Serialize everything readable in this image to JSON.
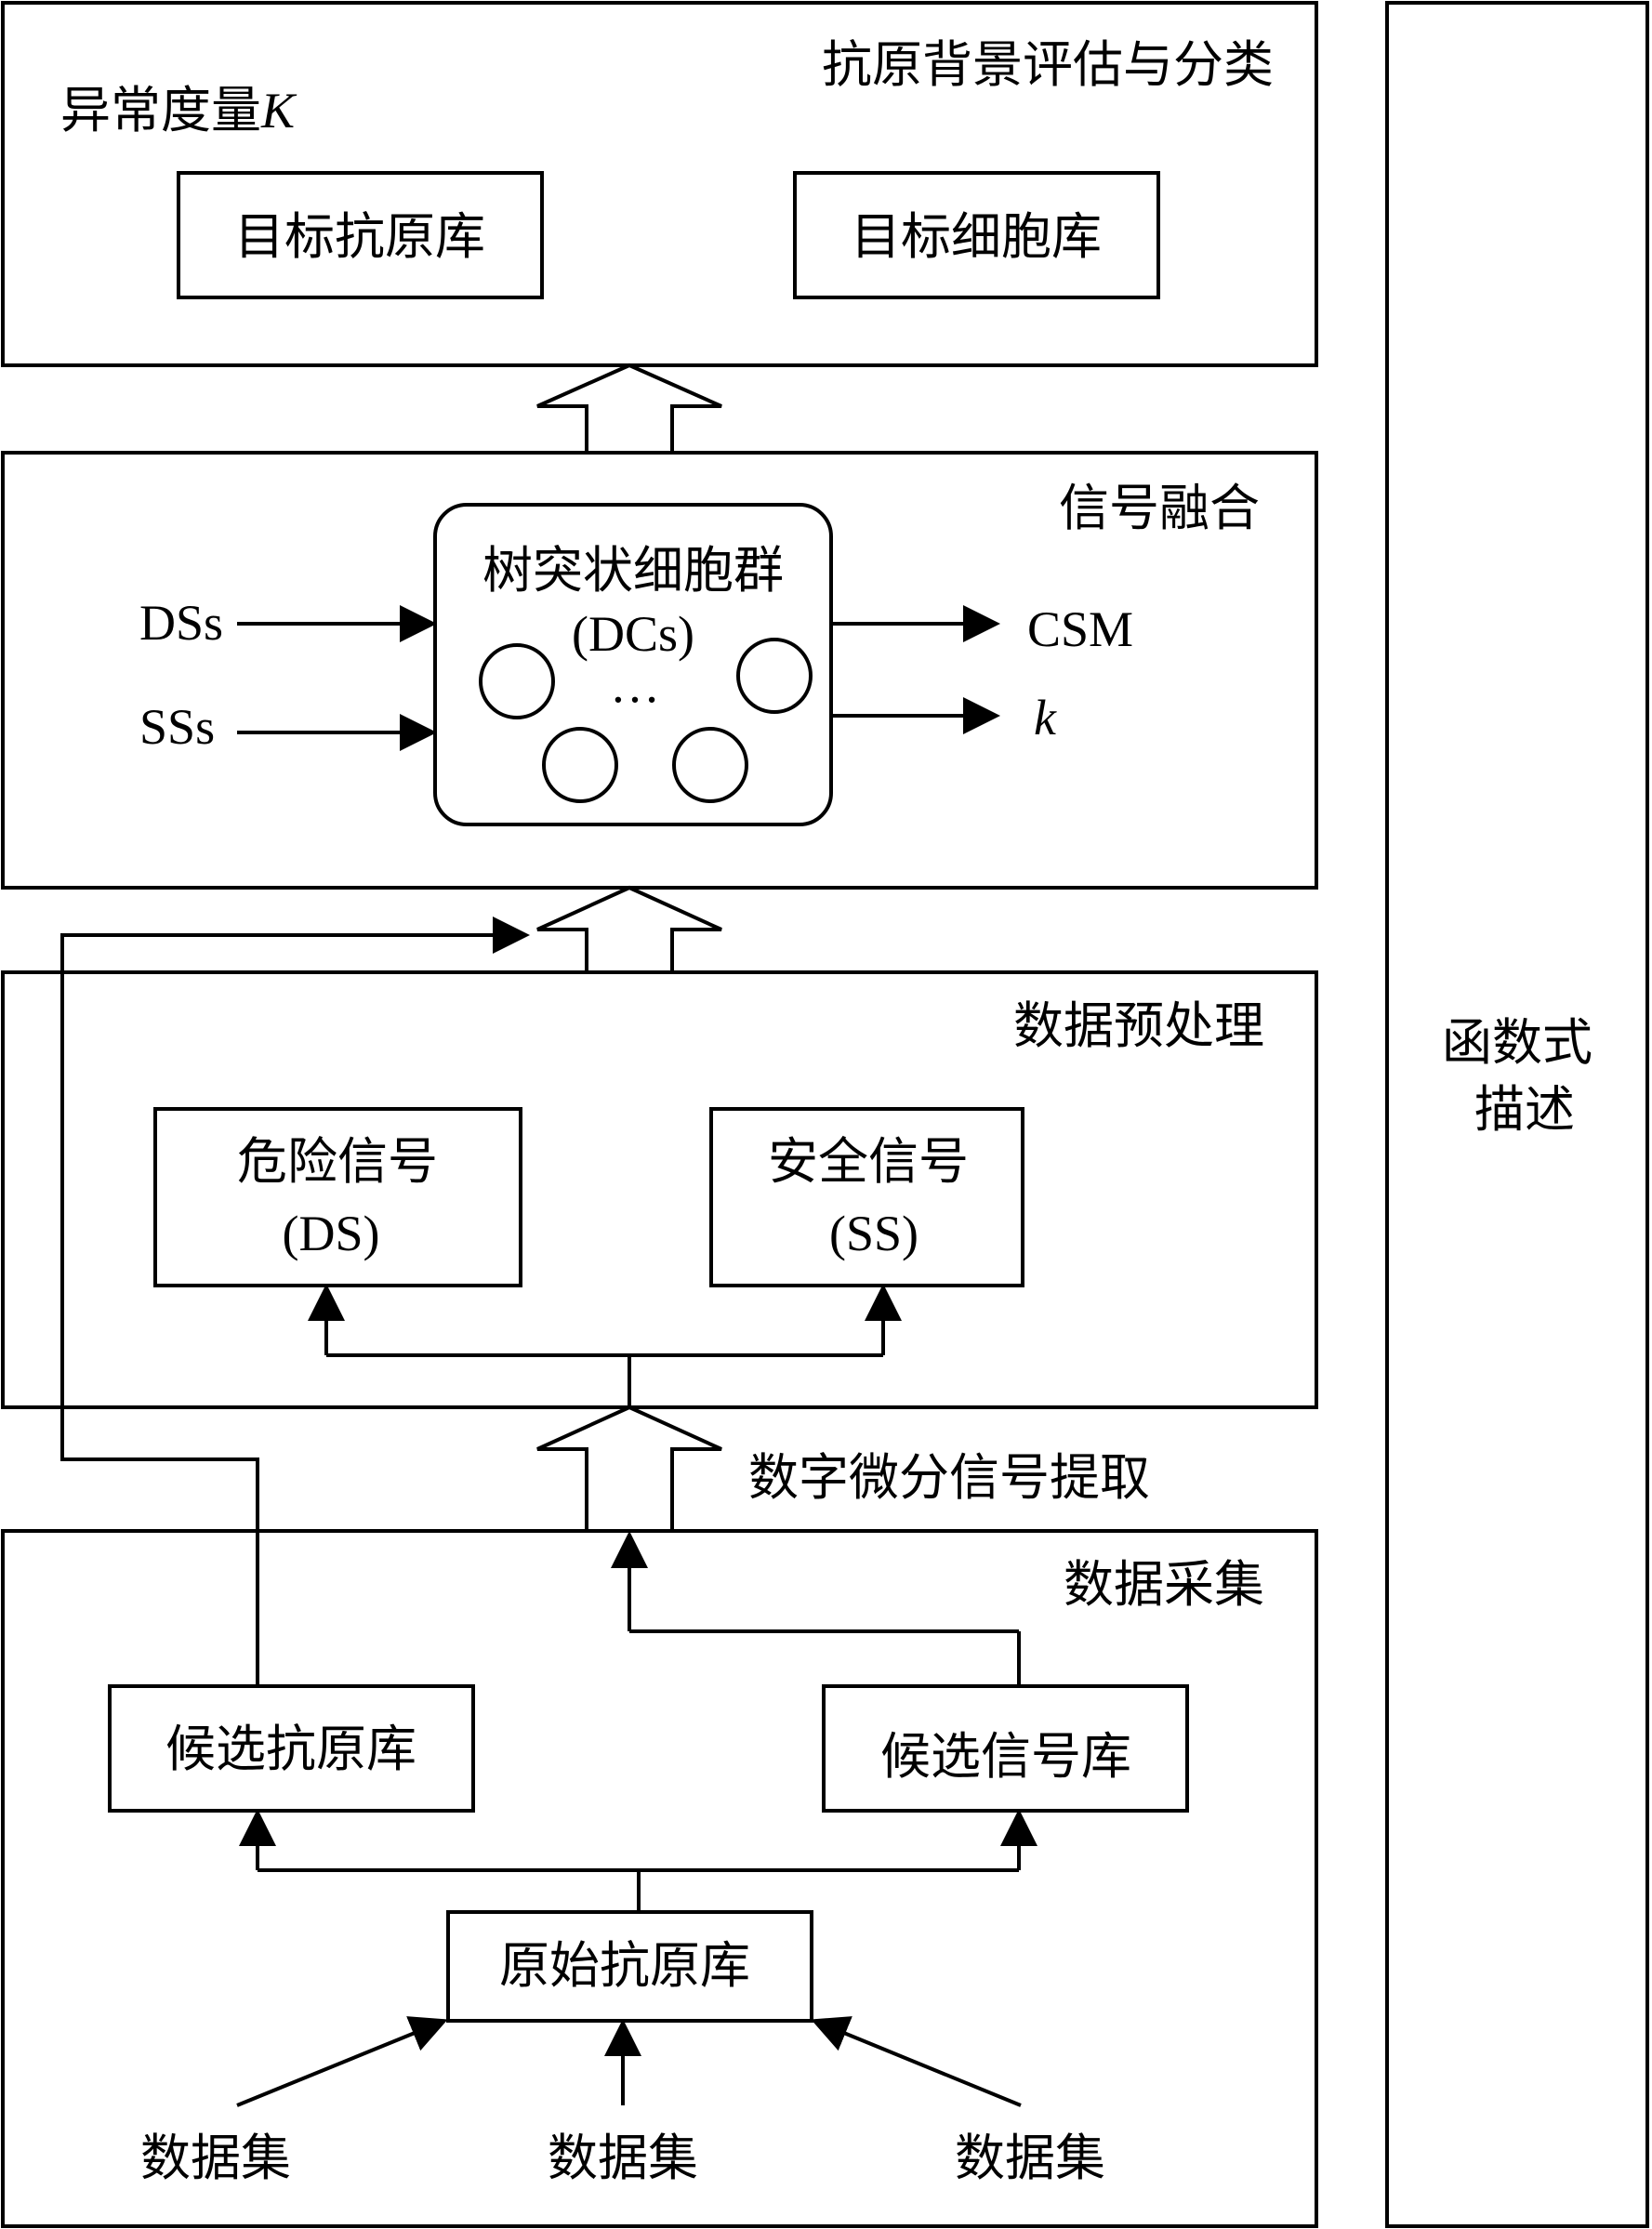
{
  "layers": {
    "evaluation": {
      "title": "抗原背景评估与分类",
      "anomaly_label": "异常度量",
      "anomaly_symbol": "K",
      "target_antigen_db": "目标抗原库",
      "target_cell_db": "目标细胞库"
    },
    "fusion": {
      "title": "信号融合",
      "dc_name": "树突状细胞群",
      "dc_abbr": "(DCs)",
      "ellipsis": "…",
      "input_ds": "DSs",
      "input_ss": "SSs",
      "output_csm": "CSM",
      "output_k": "k"
    },
    "preprocessing": {
      "title": "数据预处理",
      "danger_signal": "危险信号",
      "danger_abbr": "(DS)",
      "safe_signal": "安全信号",
      "safe_abbr": "(SS)"
    },
    "extraction_label": "数字微分信号提取",
    "collection": {
      "title": "数据采集",
      "candidate_antigen_db": "候选抗原库",
      "candidate_signal_db": "候选信号库",
      "raw_antigen_db": "原始抗原库",
      "dataset_1": "数据集",
      "dataset_2": "数据集",
      "dataset_3": "数据集"
    }
  },
  "side_panel": {
    "line1": "函数式",
    "line2": "描述"
  }
}
